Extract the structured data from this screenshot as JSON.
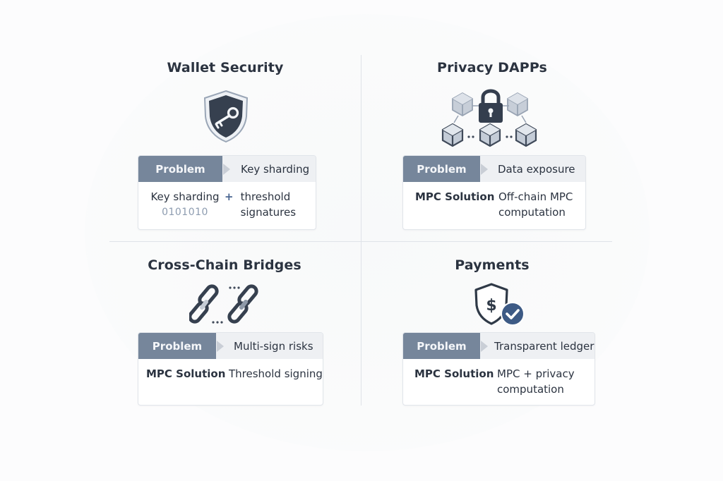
{
  "quadrants": {
    "wallet_security": {
      "title": "Wallet Security",
      "icon": "shield-key-icon",
      "problem_label": "Problem",
      "problem": "Key sharding",
      "solution_left": "Key sharding",
      "solution_operator": "+",
      "solution_sub": "0101010",
      "solution_right_line1": "threshold",
      "solution_right_line2": "signatures"
    },
    "privacy_dapps": {
      "title": "Privacy DAPPs",
      "icon": "lock-network-cubes-icon",
      "problem_label": "Problem",
      "problem": "Data exposure",
      "solution_label": "MPC Solution",
      "solution_line1": "Off-chain MPC",
      "solution_line2": "computation"
    },
    "cross_chain_bridges": {
      "title": "Cross-Chain Bridges",
      "icon": "chain-links-icon",
      "problem_label": "Problem",
      "problem": "Multi-sign risks",
      "solution_label": "MPC Solution",
      "solution_line1": "Threshold signing"
    },
    "payments": {
      "title": "Payments",
      "icon": "shield-dollar-check-icon",
      "problem_label": "Problem",
      "problem": "Transparent ledger",
      "solution_label": "MPC Solution",
      "solution_line1": "MPC + privacy",
      "solution_line2": "computation"
    }
  },
  "colors": {
    "problem_tab": "#76869b",
    "header_bg": "#eef0f3",
    "text_dark": "#2b3340",
    "icon_dark": "#343e4e",
    "accent_blue": "#3d5a85",
    "divider": "#dfe3e9"
  }
}
